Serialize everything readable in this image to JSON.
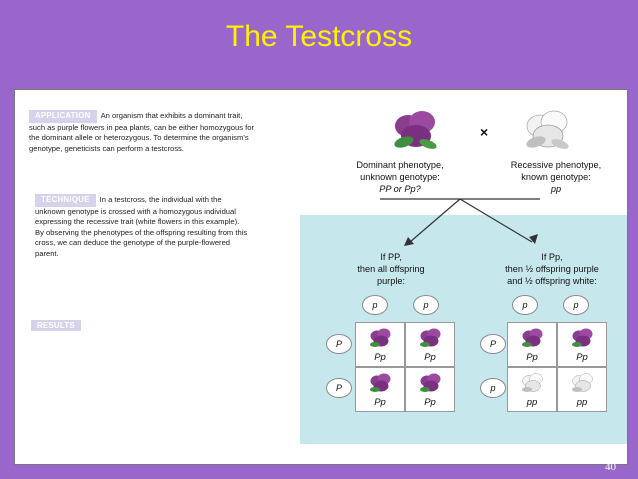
{
  "title": "The Testcross",
  "page_number": "40",
  "left": {
    "application": {
      "tag": "APPLICATION",
      "line1": "An organism that exhibits a dominant trait,",
      "line2": "such as purple flowers in pea plants, can be either homozygous for",
      "line3": "the dominant allele or heterozygous. To determine the organism’s",
      "line4": "genotype, geneticists can perform a testcross."
    },
    "technique": {
      "tag": "TECHNIQUE",
      "line1": "In a testcross, the individual with the",
      "line2": "unknown genotype is crossed with a homozygous individual",
      "line3": "expressing the recessive trait (white flowers in this example).",
      "line4": "By observing the phenotypes of the offspring resulting from this",
      "line5": "cross, we can deduce the genotype of the purple-flowered",
      "line6": "parent."
    },
    "results": {
      "tag": "RESULTS"
    }
  },
  "diagram": {
    "cross_symbol": "×",
    "dominant": {
      "line1": "Dominant phenotype,",
      "line2": "unknown genotype:",
      "line3": "PP or Pp?"
    },
    "recessive": {
      "line1": "Recessive phenotype,",
      "line2": "known genotype:",
      "line3": "pp"
    },
    "case1": {
      "line1": "If PP,",
      "line2": "then all offspring",
      "line3": "purple:"
    },
    "case2": {
      "line1": "If Pp,",
      "line2": "then ½ offspring purple",
      "line3": "and ½ offspring white:"
    },
    "grid1": {
      "cols": [
        "p",
        "p"
      ],
      "rows": [
        "P",
        "P"
      ],
      "cells": [
        "Pp",
        "Pp",
        "Pp",
        "Pp"
      ]
    },
    "grid2": {
      "cols": [
        "p",
        "p"
      ],
      "rows": [
        "P",
        "p"
      ],
      "cells": [
        "Pp",
        "Pp",
        "pp",
        "pp"
      ]
    },
    "colors": {
      "purple_flower": "#8a3d8f",
      "white_flower": "#e8e8e8",
      "results_bg": "#c6e8ec",
      "title": "#fff200",
      "background": "#9966cc"
    }
  }
}
